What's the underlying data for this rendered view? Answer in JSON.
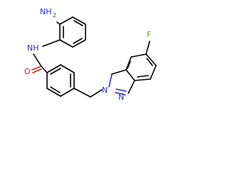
{
  "molecule": {
    "atoms": {
      "nh2": "NH",
      "nh2_sub": "2",
      "nh": "NH",
      "o": "O",
      "f": "F",
      "n1": "N",
      "n2": "N"
    }
  }
}
